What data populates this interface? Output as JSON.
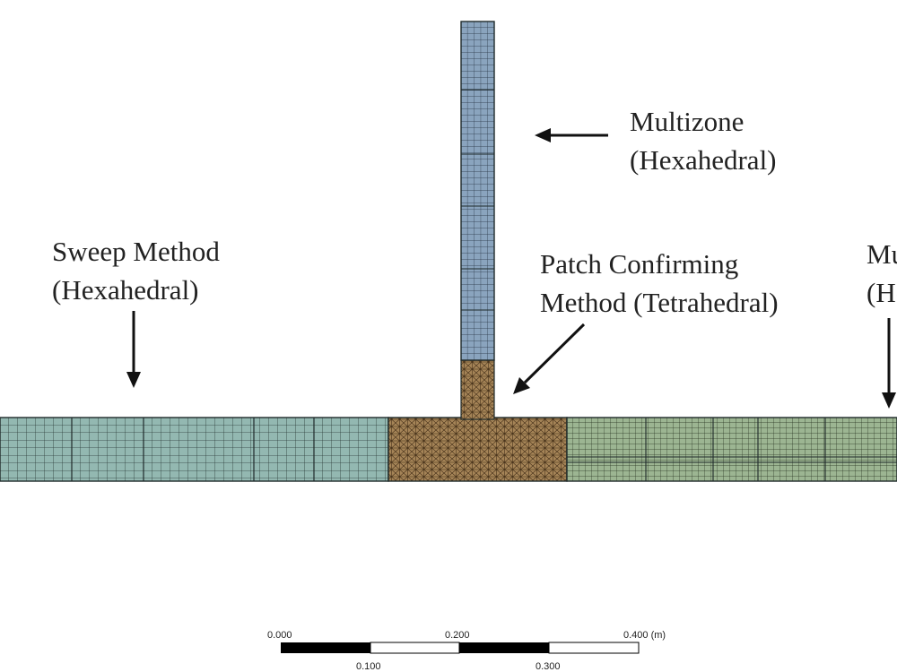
{
  "labels": {
    "multizone_top": {
      "line1": "Multizone",
      "line2": "(Hexahedral)"
    },
    "sweep": {
      "line1": "Sweep Method",
      "line2": "(Hexahedral)"
    },
    "patch": {
      "line1": "Patch Confirming",
      "line2": "Method (Tetrahedral)"
    },
    "multizone_right_partial": {
      "line1": "Mu",
      "line2": "(He"
    }
  },
  "scale_bar": {
    "top_ticks": [
      "0.000",
      "0.200",
      "0.400 (m)"
    ],
    "bottom_ticks": [
      "0.100",
      "0.300"
    ]
  },
  "colors": {
    "hex_mesh_left": "#93b8b1",
    "hex_mesh_right": "#9cb592",
    "tet_mesh": "#a58457",
    "multizone_vertical": "#8aa4be",
    "mesh_line": "#1f2a2a",
    "arrow": "#111111"
  }
}
